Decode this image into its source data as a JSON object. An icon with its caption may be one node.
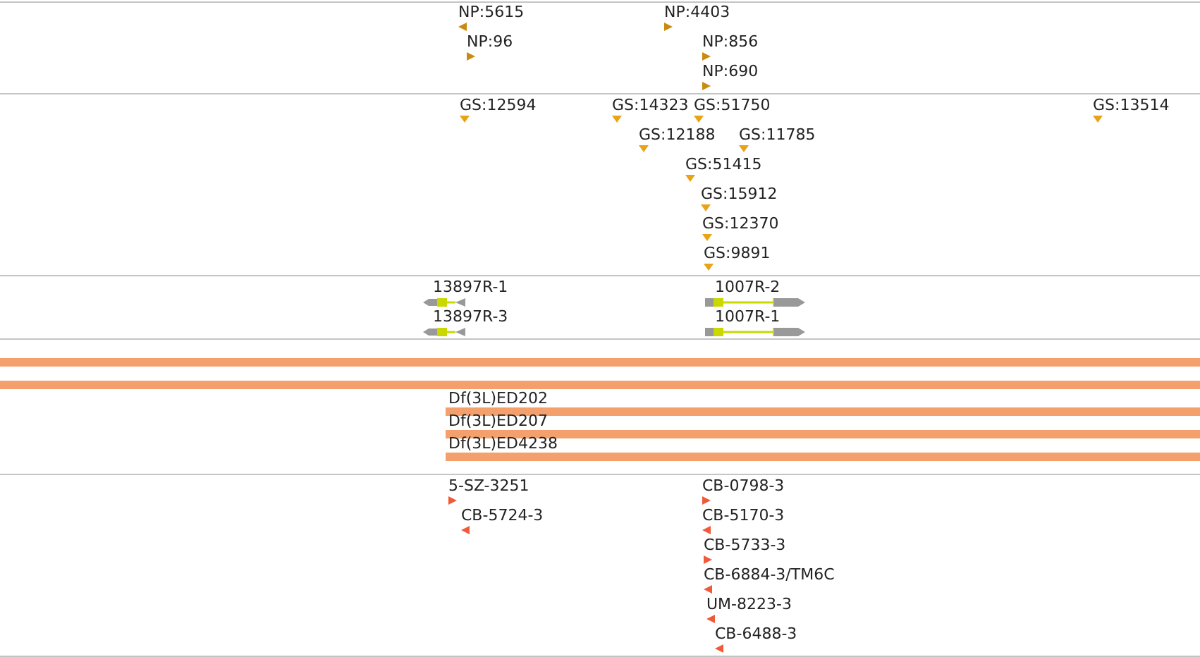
{
  "diagram": {
    "nodes": [
      {
        "text": [
          "NP:5615"
        ]
      },
      {
        "text": [
          "NP:96"
        ]
      },
      {
        "text": [
          "NP:4403"
        ]
      },
      {
        "text": [
          "NP:856"
        ]
      },
      {
        "text": [
          "NP:690"
        ]
      },
      {
        "text": [
          "GS:12594"
        ]
      },
      {
        "text": [
          "GS:14323"
        ]
      },
      {
        "text": [
          "GS:51750"
        ]
      },
      {
        "text": [
          "GS:13514"
        ]
      },
      {
        "text": [
          "GS:12188"
        ]
      },
      {
        "text": [
          "GS:11785"
        ]
      },
      {
        "text": [
          "GS:51415"
        ]
      },
      {
        "text": [
          "GS:15912"
        ]
      },
      {
        "text": [
          "GS:12370"
        ]
      },
      {
        "text": [
          "GS:9891"
        ]
      },
      {
        "text": [
          "13897R-1"
        ]
      },
      {
        "text": [
          "1007R-2"
        ]
      },
      {
        "text": [
          "13897R-3"
        ]
      },
      {
        "text": [
          "1007R-1"
        ]
      },
      {
        "text": [],
        "shape": "bar"
      },
      {
        "text": [],
        "shape": "bar"
      },
      {
        "text": [
          "Df(3L)ED202"
        ]
      },
      {
        "text": [
          "Df(3L)ED207"
        ]
      },
      {
        "text": [
          "Df(3L)ED4238"
        ]
      },
      {
        "text": [
          "5-SZ-3251"
        ]
      },
      {
        "text": [
          "CB-0798-3"
        ]
      },
      {
        "text": [
          "CB-5724-3"
        ]
      },
      {
        "text": [
          "CB-5170-3"
        ]
      },
      {
        "text": [
          "CB-5733-3"
        ]
      },
      {
        "text": [
          "CB-6884-3/TM6C"
        ]
      },
      {
        "text": [
          "UM-8223-3"
        ]
      },
      {
        "text": [
          "CB-6488-3"
        ]
      }
    ]
  }
}
